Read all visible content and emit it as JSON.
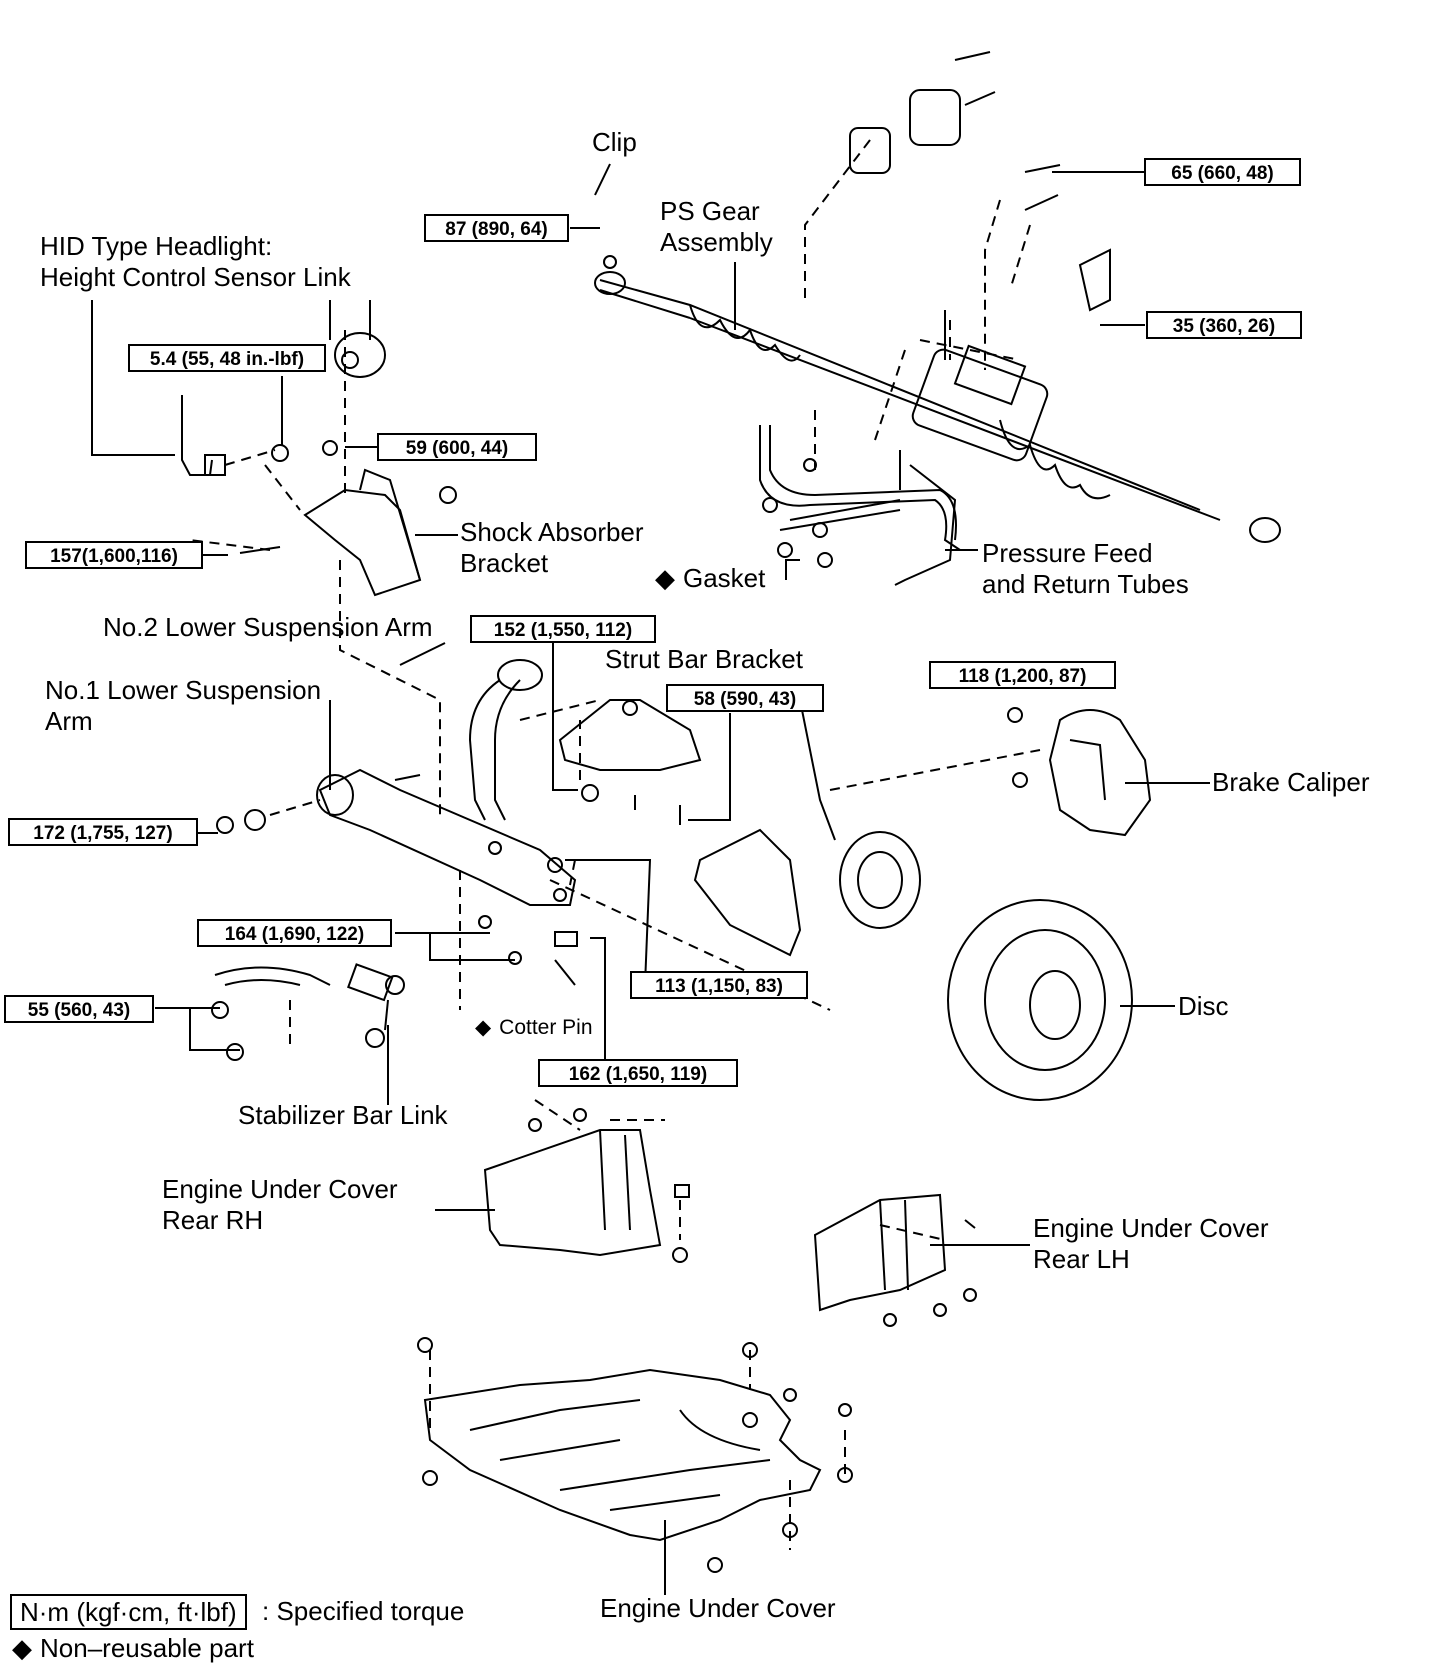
{
  "diagram": {
    "labels": {
      "clip": "Clip",
      "ps_gear": [
        "PS Gear",
        "Assembly"
      ],
      "hid": [
        "HID Type Headlight:",
        "Height Control Sensor Link"
      ],
      "shock_bracket": [
        "Shock  Absorber",
        "Bracket"
      ],
      "gasket": "Gasket",
      "pressure_feed": [
        "Pressure Feed",
        "and Return Tubes"
      ],
      "no2_arm": "No.2 Lower Suspension Arm",
      "strut_bracket": "Strut Bar Bracket",
      "no1_arm": [
        "No.1 Lower Suspension",
        "Arm"
      ],
      "brake_caliper": "Brake Caliper",
      "disc": "Disc",
      "cotter_pin": "Cotter Pin",
      "stabilizer_link": "Stabilizer Bar Link",
      "cover_rear_rh": [
        "Engine Under Cover",
        "Rear RH"
      ],
      "cover_rear_lh": [
        "Engine Under Cover",
        "Rear LH"
      ],
      "cover": "Engine Under Cover"
    },
    "torques": {
      "t65": "65 (660, 48)",
      "t87": "87 (890, 64)",
      "t35": "35 (360, 26)",
      "t54": "5.4 (55, 48 in.-lbf)",
      "t59": "59 (600, 44)",
      "t157": "157(1,600,116)",
      "t152": "152 (1,550, 112)",
      "t58": "58 (590, 43)",
      "t118": "118 (1,200, 87)",
      "t172": "172 (1,755, 127)",
      "t164": "164 (1,690, 122)",
      "t113": "113 (1,150, 83)",
      "t55": "55 (560, 43)",
      "t162": "162 (1,650, 119)"
    },
    "symbols": {
      "non_reusable": "◆"
    }
  },
  "legend": {
    "unit_box": "N·m (kgf·cm, ft·lbf)",
    "torque_text": ": Specified torque",
    "nonreusable_text": "Non–reusable part"
  },
  "colors": {
    "ink": "#000000",
    "paper": "#ffffff"
  }
}
